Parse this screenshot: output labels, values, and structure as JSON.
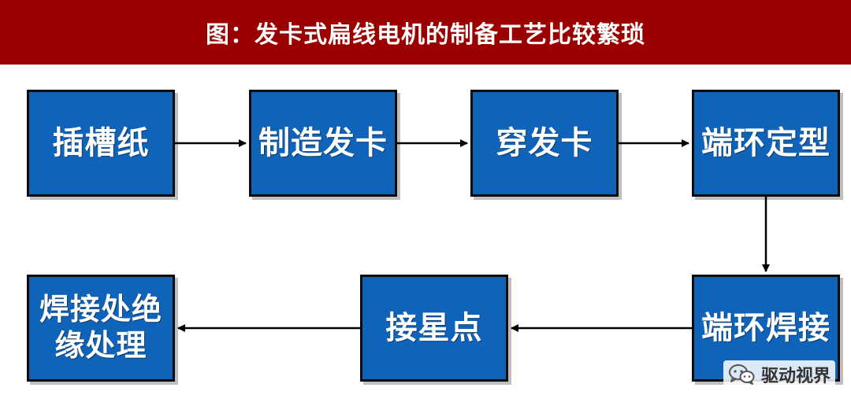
{
  "title": "图：发卡式扁线电机的制备工艺比较繁琐",
  "steps": [
    {
      "label": "插槽纸"
    },
    {
      "label": "制造发卡"
    },
    {
      "label": "穿发卡"
    },
    {
      "label": "端环定型"
    },
    {
      "label": "端环焊接"
    },
    {
      "label": "接星点"
    },
    {
      "label": "焊接处绝缘处理"
    }
  ],
  "watermark": {
    "text": "驱动视界",
    "icon": "wechat-icon"
  },
  "colors": {
    "banner": "#9a0000",
    "box_fill": "#0f63b8",
    "box_border": "#0a0a0a",
    "arrow": "#000000"
  }
}
